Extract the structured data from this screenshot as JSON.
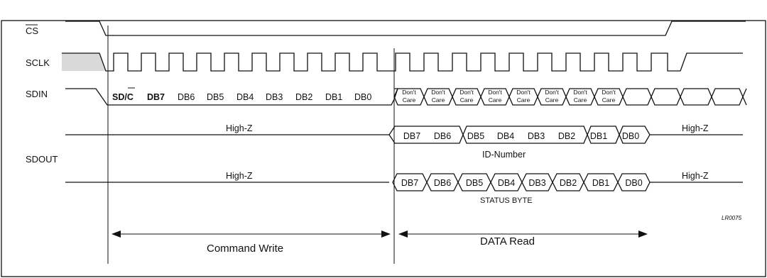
{
  "signals": {
    "cs": "CS",
    "sclk": "SCLK",
    "sdin": "SDIN",
    "sdout": "SDOUT"
  },
  "sdin_bits": [
    "SD/C",
    "DB7",
    "DB6",
    "DB5",
    "DB4",
    "DB3",
    "DB2",
    "DB1",
    "DB0"
  ],
  "dont_care": {
    "line1": "Don't",
    "line2": "Care",
    "count": 8
  },
  "sdout_id": {
    "high_z_left": "High-Z",
    "bits": [
      "DB7",
      "DB6",
      "DB5",
      "DB4",
      "DB3",
      "DB2",
      "DB1",
      "DB0"
    ],
    "caption": "ID-Number",
    "high_z_right": "High-Z"
  },
  "sdout_status": {
    "high_z_left": "High-Z",
    "bits": [
      "DB7",
      "DB6",
      "DB5",
      "DB4",
      "DB3",
      "DB2",
      "DB1",
      "DB0"
    ],
    "caption": "STATUS BYTE",
    "high_z_right": "High-Z"
  },
  "phases": {
    "command": "Command Write",
    "data": "DATA Read"
  },
  "figure_code": "LR0075"
}
